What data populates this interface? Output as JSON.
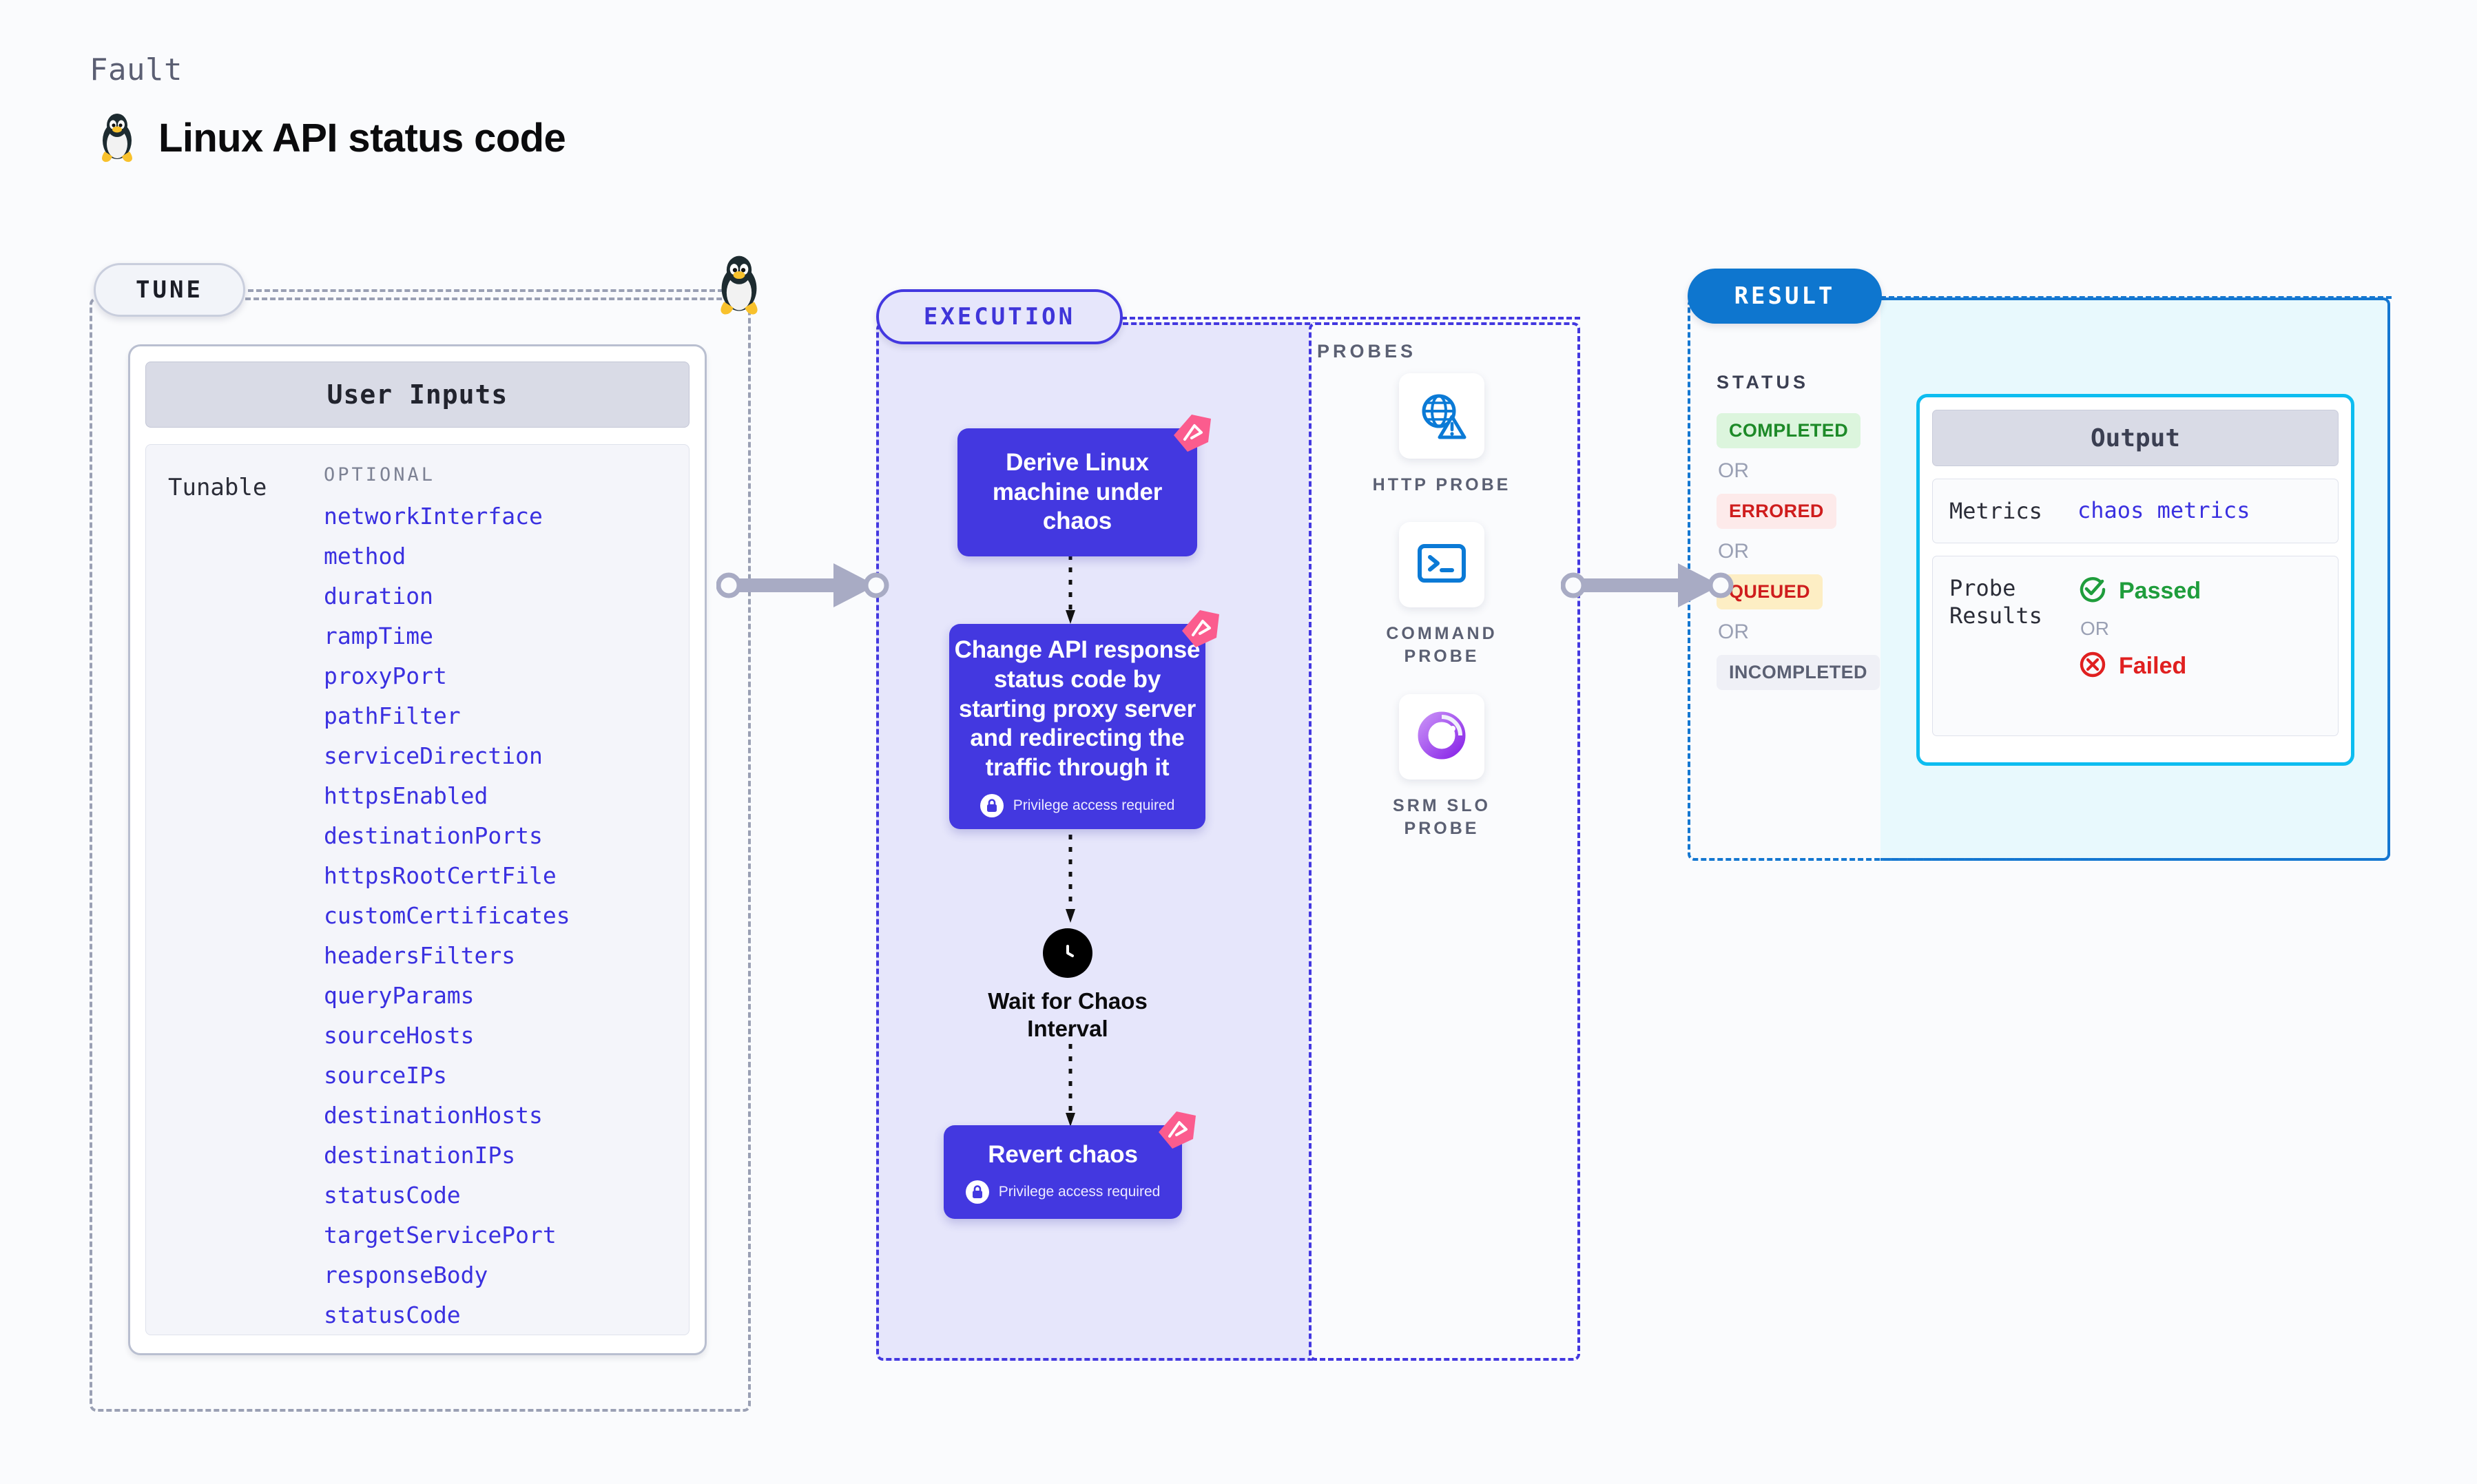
{
  "header": {
    "fault_label": "Fault",
    "title": "Linux API status code",
    "os_icon": "linux-tux-icon"
  },
  "stages": {
    "tune": {
      "pill_label": "TUNE"
    },
    "execution": {
      "pill_label": "EXECUTION"
    },
    "result": {
      "pill_label": "RESULT"
    }
  },
  "user_inputs": {
    "card_title": "User Inputs",
    "group_label": "Tunable",
    "optional_label": "OPTIONAL",
    "params": [
      "networkInterface",
      "method",
      "duration",
      "rampTime",
      "proxyPort",
      "pathFilter",
      "serviceDirection",
      "httpsEnabled",
      "destinationPorts",
      "httpsRootCertFile",
      "customCertificates",
      "headersFilters",
      "queryParams",
      "sourceHosts",
      "sourceIPs",
      "destinationHosts",
      "destinationIPs",
      "statusCode",
      "targetServicePort",
      "responseBody",
      "statusCode"
    ]
  },
  "execution": {
    "nodes": [
      {
        "title": "Derive Linux machine under chaos",
        "privilege": null
      },
      {
        "title": "Change API response status code by starting proxy server and redirecting the traffic through it",
        "privilege": "Privilege access required"
      },
      {
        "title": "Revert chaos",
        "privilege": "Privilege access required"
      }
    ],
    "wait": {
      "label": "Wait for Chaos Interval",
      "icon": "clock-icon"
    }
  },
  "probes": {
    "section_title": "PROBES",
    "items": [
      {
        "label": "HTTP PROBE",
        "icon": "globe-warning-icon"
      },
      {
        "label": "COMMAND PROBE",
        "icon": "terminal-icon"
      },
      {
        "label": "SRM SLO PROBE",
        "icon": "slo-donut-check-icon"
      }
    ]
  },
  "result": {
    "status_title": "STATUS",
    "or_label": "OR",
    "statuses": [
      {
        "label": "COMPLETED",
        "bg": "#dcf5dd",
        "fg": "#1d8a28"
      },
      {
        "label": "ERRORED",
        "bg": "#fdeaea",
        "fg": "#cf1d1d"
      },
      {
        "label": "QUEUED",
        "bg": "#fdeec4",
        "fg": "#cf1d1d"
      },
      {
        "label": "INCOMPLETED",
        "bg": "#eff0f6",
        "fg": "#5b6073"
      }
    ]
  },
  "output": {
    "card_title": "Output",
    "metrics_key": "Metrics",
    "metrics_value": "chaos metrics",
    "probe_results_key": "Probe Results",
    "passed_label": "Passed",
    "failed_label": "Failed",
    "or_label": "OR"
  },
  "colors": {
    "accent_purple": "#4338e0",
    "accent_blue": "#0e76cf",
    "accent_cyan": "#0dbdf0",
    "param_blue": "#3a30e0",
    "chaos_pink": "#fb5c8e"
  }
}
